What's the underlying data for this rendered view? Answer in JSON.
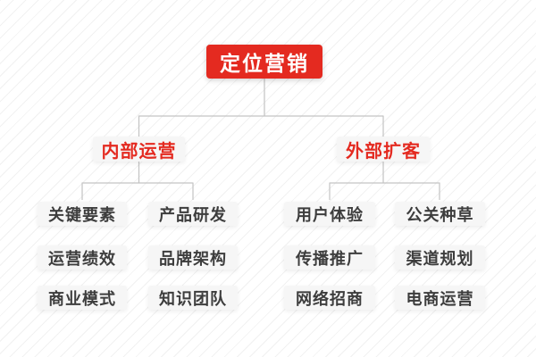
{
  "colors": {
    "accent_red": "#e42a20",
    "node_bg": "#f6f6f6",
    "leaf_text": "#3d3d3d",
    "connector": "#c3c3c3",
    "background_stripe": "#f1f1f1"
  },
  "tree": {
    "root": {
      "label": "定位营销"
    },
    "branches": [
      {
        "label": "内部运营",
        "children": [
          "关键要素",
          "产品研发",
          "运营绩效",
          "品牌架构",
          "商业模式",
          "知识团队"
        ]
      },
      {
        "label": "外部扩客",
        "children": [
          "用户体验",
          "公关种草",
          "传播推广",
          "渠道规划",
          "网络招商",
          "电商运营"
        ]
      }
    ]
  }
}
